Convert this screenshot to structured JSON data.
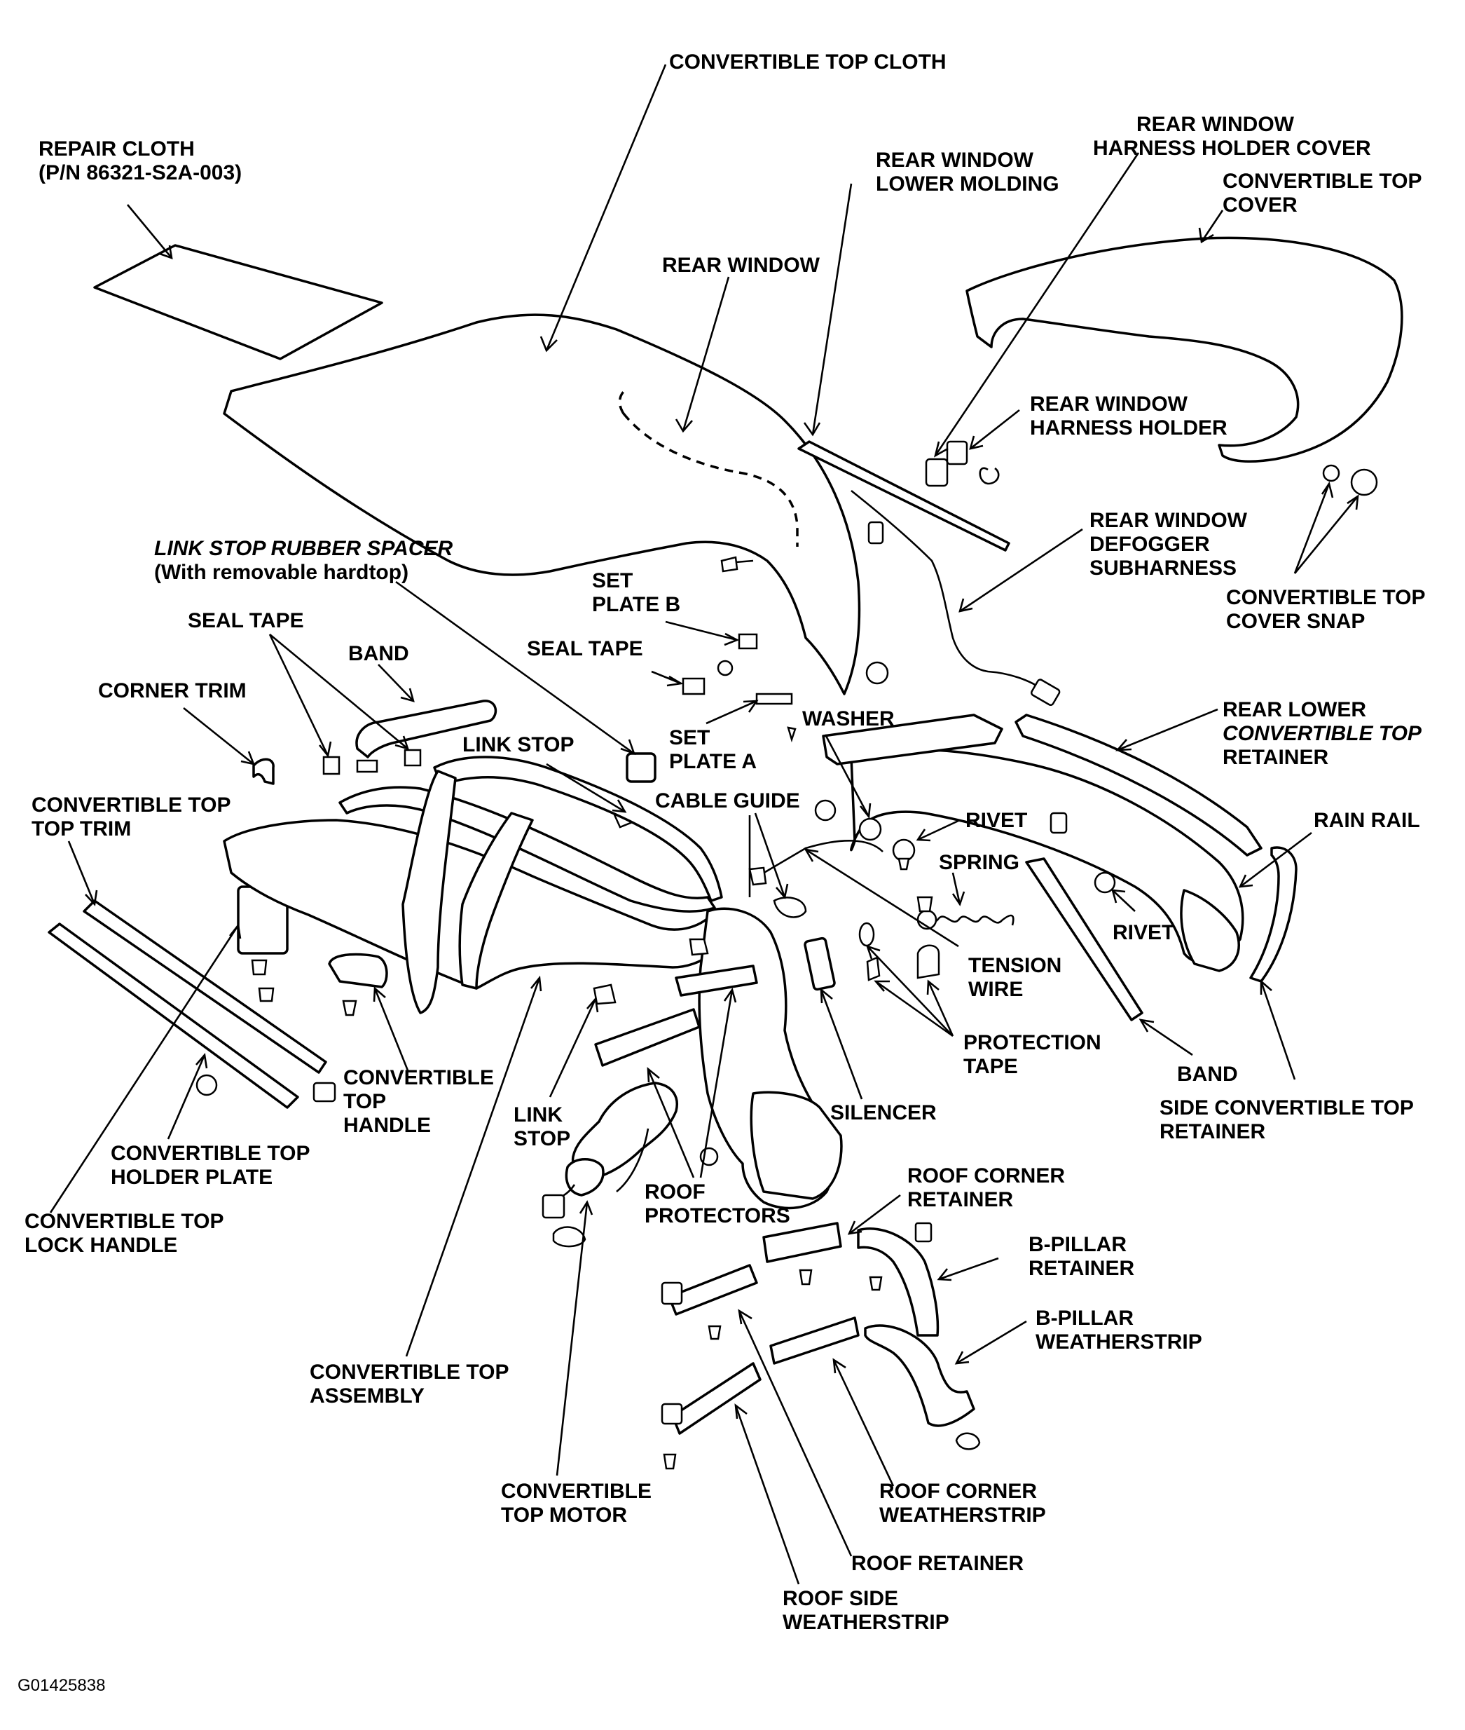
{
  "labels": {
    "convertible_top_cloth": "CONVERTIBLE TOP CLOTH",
    "repair_cloth_1": "REPAIR CLOTH",
    "repair_cloth_2": "(P/N 86321-S2A-003)",
    "rear_window": "REAR WINDOW",
    "rear_window_lower_molding_1": "REAR WINDOW",
    "rear_window_lower_molding_2": "LOWER MOLDING",
    "rw_harness_holder_cover_1": "REAR WINDOW",
    "rw_harness_holder_cover_2": "HARNESS HOLDER COVER",
    "convertible_top_cover_1": "CONVERTIBLE TOP",
    "convertible_top_cover_2": "COVER",
    "rw_harness_holder_1": "REAR WINDOW",
    "rw_harness_holder_2": "HARNESS HOLDER",
    "rw_defogger_subharness_1": "REAR WINDOW",
    "rw_defogger_subharness_2": "DEFOGGER",
    "rw_defogger_subharness_3": "SUBHARNESS",
    "link_stop_rubber_spacer_1": "LINK STOP RUBBER SPACER",
    "link_stop_rubber_spacer_2": "(With removable hardtop)",
    "set_plate_b_1": "SET",
    "set_plate_b_2": "PLATE B",
    "convertible_top_cover_snap_1": "CONVERTIBLE TOP",
    "convertible_top_cover_snap_2": "COVER SNAP",
    "seal_tape_left": "SEAL TAPE",
    "seal_tape_mid": "SEAL TAPE",
    "band_left": "BAND",
    "corner_trim": "CORNER TRIM",
    "link_stop_top": "LINK STOP",
    "set_plate_a_1": "SET",
    "set_plate_a_2": "PLATE A",
    "washer": "WASHER",
    "rear_lower_retainer_1": "REAR LOWER",
    "rear_lower_retainer_2": "CONVERTIBLE TOP",
    "rear_lower_retainer_3": "RETAINER",
    "convertible_top_top_trim_1": "CONVERTIBLE TOP",
    "convertible_top_top_trim_2": "TOP TRIM",
    "cable_guide": "CABLE GUIDE",
    "rivet_1": "RIVET",
    "rain_rail": "RAIN RAIL",
    "spring": "SPRING",
    "rivet_2": "RIVET",
    "tension_wire_1": "TENSION",
    "tension_wire_2": "WIRE",
    "protection_tape_1": "PROTECTION",
    "protection_tape_2": "TAPE",
    "band_right": "BAND",
    "convertible_top_handle_1": "CONVERTIBLE",
    "convertible_top_handle_2": "TOP",
    "convertible_top_handle_3": "HANDLE",
    "side_retainer_1": "SIDE CONVERTIBLE TOP",
    "side_retainer_2": "RETAINER",
    "link_stop_bottom_1": "LINK",
    "link_stop_bottom_2": "STOP",
    "silencer": "SILENCER",
    "holder_plate_1": "CONVERTIBLE TOP",
    "holder_plate_2": "HOLDER PLATE",
    "roof_protectors_1": "ROOF",
    "roof_protectors_2": "PROTECTORS",
    "roof_corner_retainer_1": "ROOF CORNER",
    "roof_corner_retainer_2": "RETAINER",
    "lock_handle_1": "CONVERTIBLE TOP",
    "lock_handle_2": "LOCK HANDLE",
    "b_pillar_retainer_1": "B-PILLAR",
    "b_pillar_retainer_2": "RETAINER",
    "b_pillar_weatherstrip_1": "B-PILLAR",
    "b_pillar_weatherstrip_2": "WEATHERSTRIP",
    "top_assembly_1": "CONVERTIBLE TOP",
    "top_assembly_2": "ASSEMBLY",
    "top_motor_1": "CONVERTIBLE",
    "top_motor_2": "TOP MOTOR",
    "roof_corner_weatherstrip_1": "ROOF CORNER",
    "roof_corner_weatherstrip_2": "WEATHERSTRIP",
    "roof_retainer": "ROOF RETAINER",
    "roof_side_weatherstrip_1": "ROOF SIDE",
    "roof_side_weatherstrip_2": "WEATHERSTRIP"
  },
  "figure_code": "G01425838",
  "colors": {
    "ink": "#000000",
    "paper": "#ffffff"
  }
}
